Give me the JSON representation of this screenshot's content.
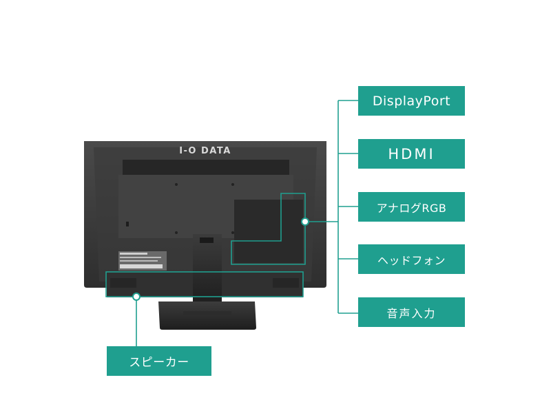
{
  "brand": {
    "logo_text": "I-O DATA"
  },
  "labels": {
    "displayport": "DisplayPort",
    "hdmi": "HDMI",
    "analog_rgb": "アナログRGB",
    "headphone": "ヘッドフォン",
    "audio_input": "音声入力",
    "speaker": "スピーカー"
  },
  "colors": {
    "accent": "#1f9f8f",
    "monitor_body": "#3a3a3a",
    "background": "#ffffff"
  }
}
